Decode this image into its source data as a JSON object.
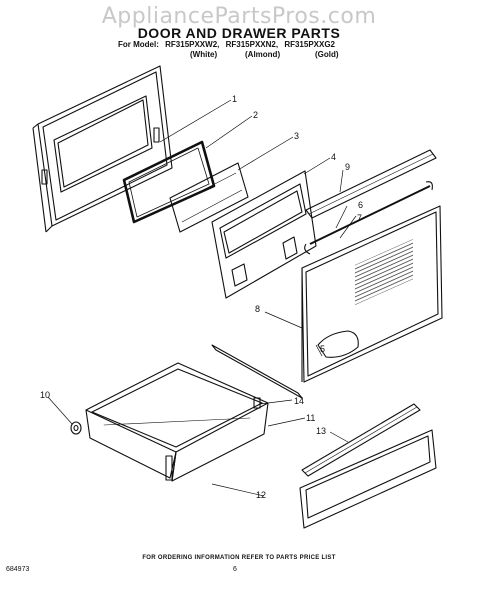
{
  "watermark": "AppliancePartsPros.com",
  "title": "DOOR AND DRAWER PARTS",
  "model_prefix": "For Model:",
  "models": [
    "RF315PXXW2,",
    "RF315PXXN2,",
    "RF315PXXG2"
  ],
  "colors": [
    "(White)",
    "(Almond)",
    "(Gold)"
  ],
  "callouts": [
    "1",
    "2",
    "3",
    "4",
    "5",
    "6",
    "7",
    "8",
    "9",
    "10",
    "11",
    "12",
    "13",
    "14"
  ],
  "footer_note": "FOR ORDERING INFORMATION REFER TO PARTS PRICE LIST",
  "doc_number": "684973",
  "page_number": "6"
}
